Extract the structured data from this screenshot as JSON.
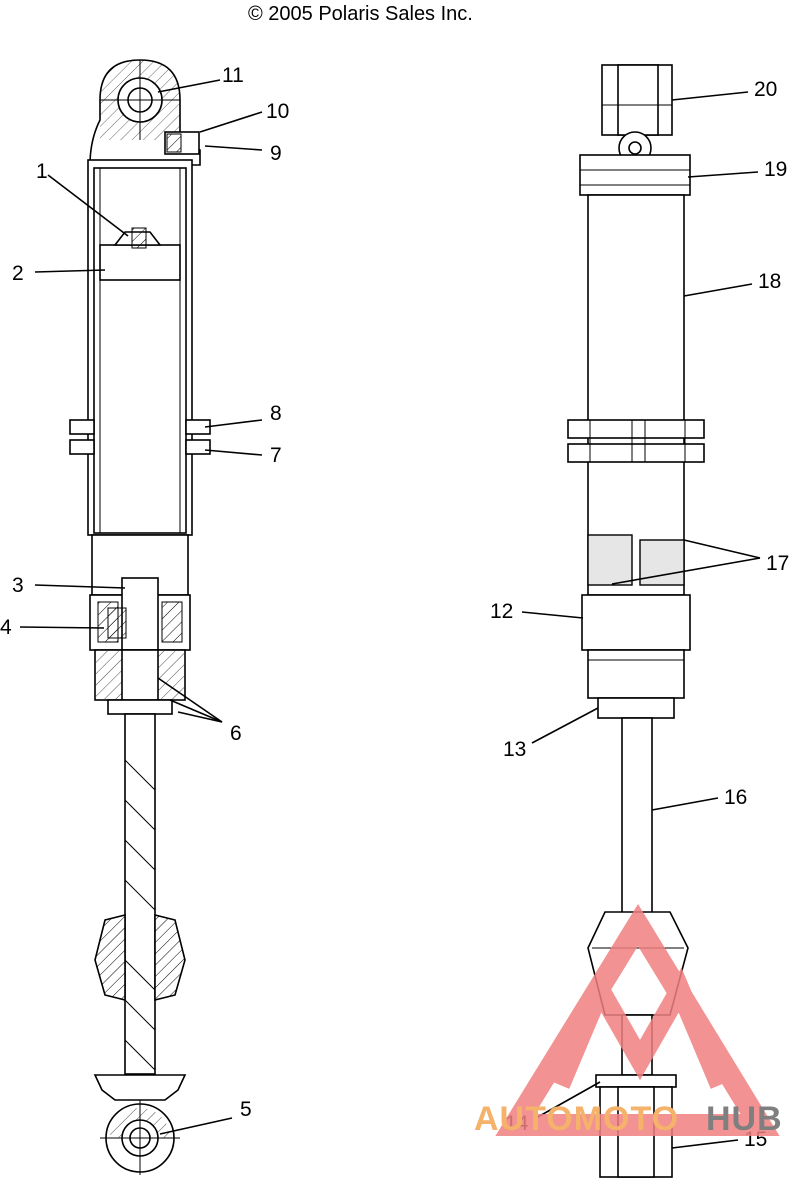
{
  "copyright": "© 2005 Polaris Sales Inc.",
  "callouts": {
    "c1": "1",
    "c2": "2",
    "c3": "3",
    "c4": "4",
    "c5": "5",
    "c6": "6",
    "c7": "7",
    "c8": "8",
    "c9": "9",
    "c10": "10",
    "c11": "11",
    "c12": "12",
    "c13": "13",
    "c14": "14",
    "c15": "15",
    "c16": "16",
    "c17": "17",
    "c18": "18",
    "c19": "19",
    "c20": "20"
  },
  "watermark": {
    "part1": "AUTOMOTO",
    "part2": "HUB",
    "color_primary": "#f08080",
    "color_secondary": "#7f7f7f"
  }
}
